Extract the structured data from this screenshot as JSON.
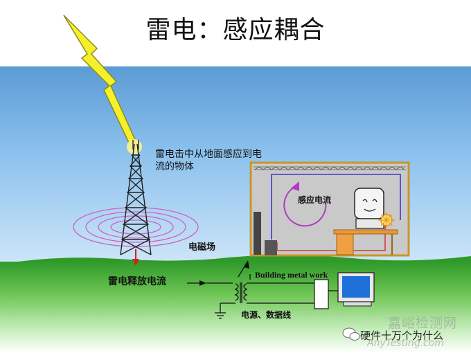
{
  "title": "雷电：感应耦合",
  "tower_note": "雷电击中从地面感应到电流的物体",
  "labels": {
    "em_field": "电磁场",
    "discharge": "雷电释放电流",
    "induced_current": "感应电流",
    "building_metal": "Building metal work",
    "power_data": "电源、数据线"
  },
  "watermark": {
    "account": "硬件十万个为什么",
    "site_cn": "嘉峪检测网",
    "site_en": "AnyTesting.com"
  },
  "colors": {
    "lightning": "#f5f02a",
    "room_border": "#c8962a",
    "wire_blue": "#3a3ad0",
    "wire_red": "#d23a3a",
    "desk": "#f0a040",
    "field_rings": "#d060c0"
  }
}
